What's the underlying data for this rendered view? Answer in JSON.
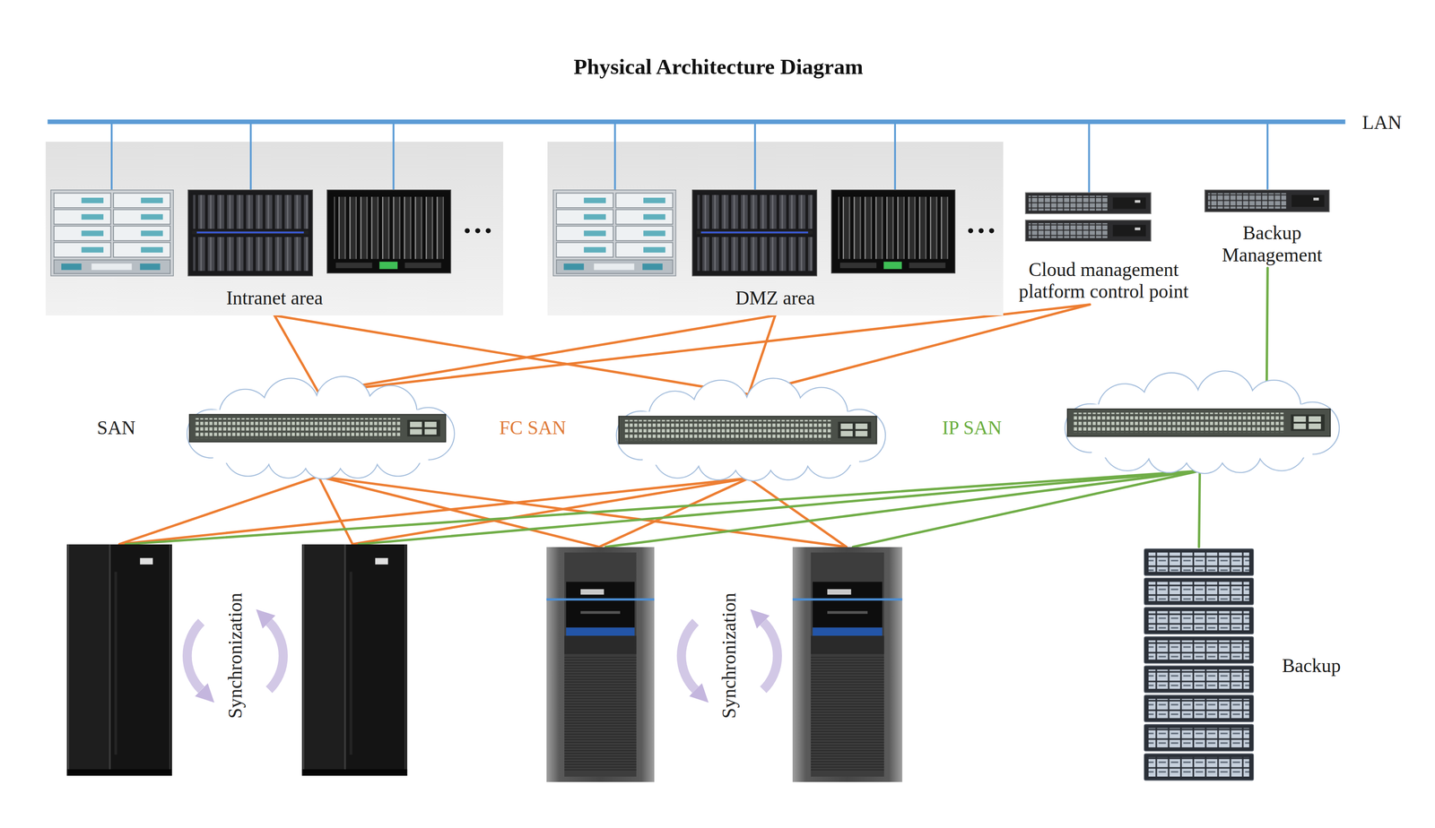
{
  "diagram": {
    "title": "Physical Architecture Diagram",
    "nodes": [
      {
        "text": [
          "Intranet area"
        ]
      },
      {
        "text": [
          "DMZ area"
        ]
      },
      {
        "text": [
          "Cloud management platform control point"
        ]
      },
      {
        "text": [
          "Backup Management"
        ]
      },
      {
        "text": []
      },
      {
        "text": []
      },
      {
        "text": []
      },
      {
        "text": []
      },
      {
        "text": []
      },
      {
        "text": []
      },
      {
        "text": []
      },
      {
        "text": [
          "Backup"
        ]
      }
    ],
    "edges": [
      {
        "from": 0,
        "to": 4,
        "arrow": "none"
      },
      {
        "from": 0,
        "to": 5,
        "arrow": "none"
      },
      {
        "from": 1,
        "to": 4,
        "arrow": "none"
      },
      {
        "from": 1,
        "to": 5,
        "arrow": "none"
      },
      {
        "from": 2,
        "to": 4,
        "arrow": "none"
      },
      {
        "from": 2,
        "to": 5,
        "arrow": "none"
      },
      {
        "from": 3,
        "to": 6,
        "arrow": "none"
      },
      {
        "from": 4,
        "to": 7,
        "arrow": "none"
      },
      {
        "from": 4,
        "to": 8,
        "arrow": "none"
      },
      {
        "from": 4,
        "to": 9,
        "arrow": "none"
      },
      {
        "from": 4,
        "to": 10,
        "arrow": "none"
      },
      {
        "from": 5,
        "to": 7,
        "arrow": "none"
      },
      {
        "from": 5,
        "to": 8,
        "arrow": "none"
      },
      {
        "from": 5,
        "to": 9,
        "arrow": "none"
      },
      {
        "from": 5,
        "to": 10,
        "arrow": "none"
      },
      {
        "from": 6,
        "to": 7,
        "arrow": "none"
      },
      {
        "from": 6,
        "to": 8,
        "arrow": "none"
      },
      {
        "from": 6,
        "to": 9,
        "arrow": "none"
      },
      {
        "from": 6,
        "to": 10,
        "arrow": "none"
      },
      {
        "from": 6,
        "to": 11,
        "arrow": "none"
      }
    ],
    "labels": [
      "LAN",
      "…",
      "…",
      "SAN",
      "FC SAN",
      "IP SAN",
      "Synchronization",
      "Synchronization"
    ]
  }
}
